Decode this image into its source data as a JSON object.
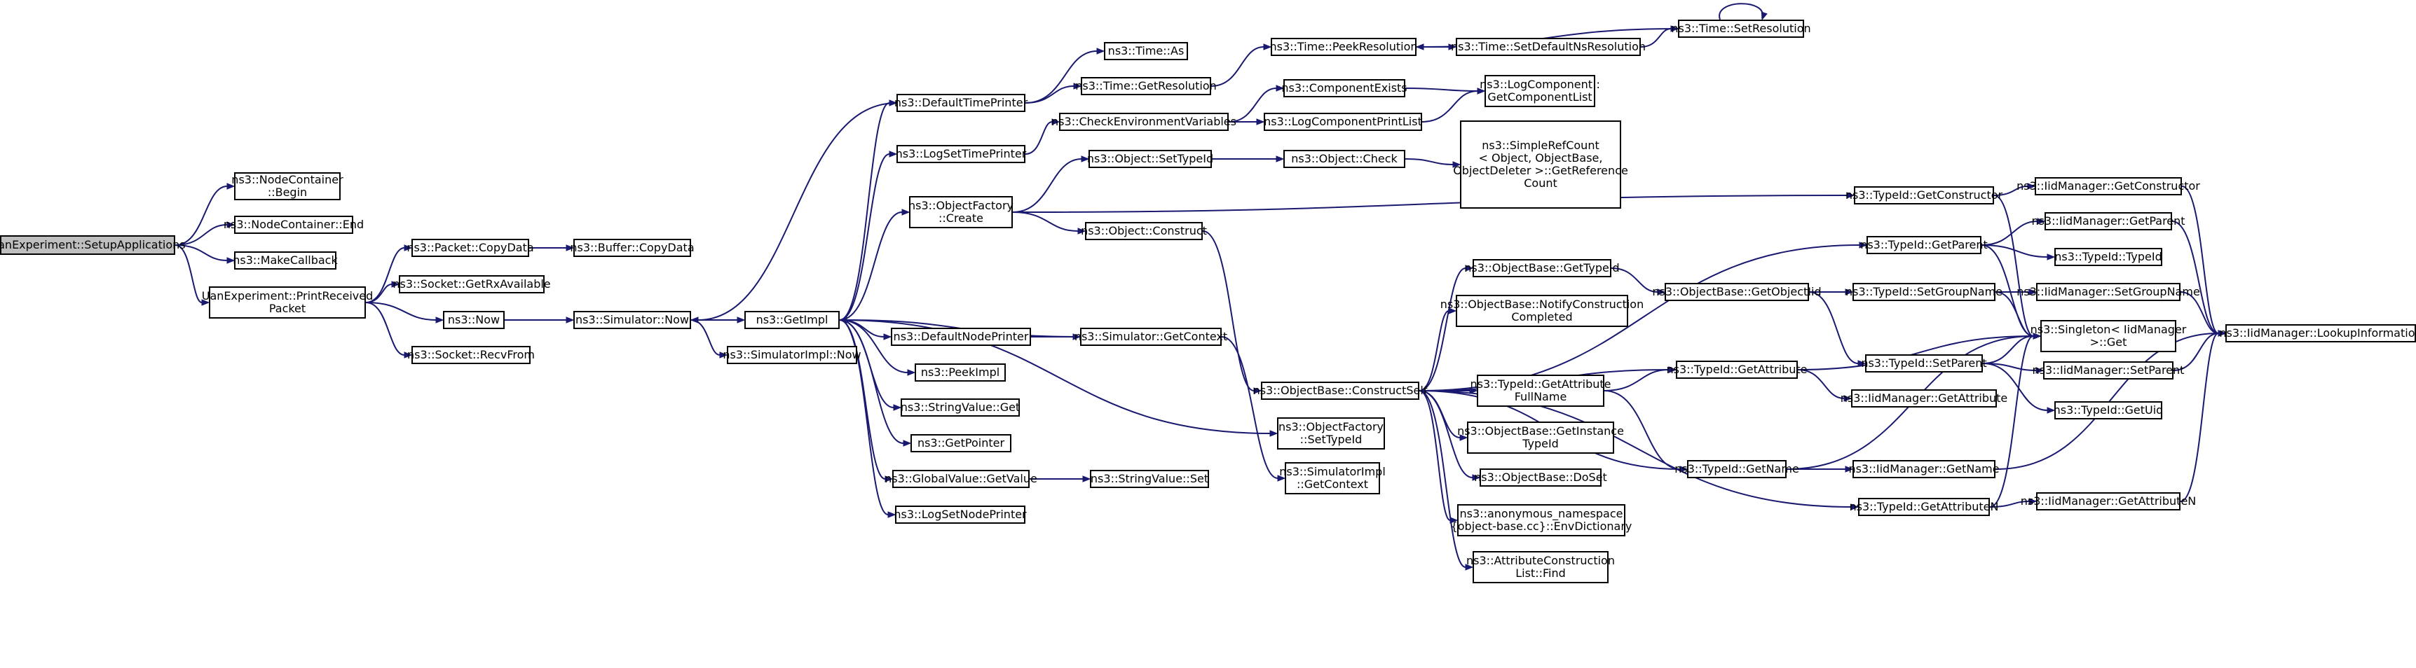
{
  "graph": {
    "title": "",
    "edge_color": "#191970",
    "root_fill": "#bfbfbf",
    "nodes": [
      {
        "id": "root",
        "lines": [
          "UanExperiment::SetupApplications"
        ],
        "root": true
      },
      {
        "id": "nc_begin",
        "lines": [
          "ns3::NodeContainer",
          "::Begin"
        ]
      },
      {
        "id": "nc_end",
        "lines": [
          "ns3::NodeContainer::End"
        ]
      },
      {
        "id": "makecb",
        "lines": [
          "ns3::MakeCallback"
        ]
      },
      {
        "id": "printrecv",
        "lines": [
          "UanExperiment::PrintReceived",
          "Packet"
        ]
      },
      {
        "id": "pkt_copy",
        "lines": [
          "ns3::Packet::CopyData"
        ]
      },
      {
        "id": "sock_rxavail",
        "lines": [
          "ns3::Socket::GetRxAvailable"
        ]
      },
      {
        "id": "now",
        "lines": [
          "ns3::Now"
        ]
      },
      {
        "id": "sock_recvfrom",
        "lines": [
          "ns3::Socket::RecvFrom"
        ]
      },
      {
        "id": "buf_copy",
        "lines": [
          "ns3::Buffer::CopyData"
        ]
      },
      {
        "id": "sim_now",
        "lines": [
          "ns3::Simulator::Now"
        ]
      },
      {
        "id": "simimpl_now",
        "lines": [
          "ns3::SimulatorImpl::Now"
        ]
      },
      {
        "id": "getimpl",
        "lines": [
          "ns3::GetImpl"
        ]
      },
      {
        "id": "deftimeprinter",
        "lines": [
          "ns3::DefaultTimePrinter"
        ]
      },
      {
        "id": "logsettime",
        "lines": [
          "ns3::LogSetTimePrinter"
        ]
      },
      {
        "id": "objfactory_create",
        "lines": [
          "ns3::ObjectFactory",
          "::Create"
        ]
      },
      {
        "id": "defnodeprinter",
        "lines": [
          "ns3::DefaultNodePrinter"
        ]
      },
      {
        "id": "peekimpl",
        "lines": [
          "ns3::PeekImpl"
        ]
      },
      {
        "id": "strval_get",
        "lines": [
          "ns3::StringValue::Get"
        ]
      },
      {
        "id": "getpointer",
        "lines": [
          "ns3::GetPointer"
        ]
      },
      {
        "id": "globval_get",
        "lines": [
          "ns3::GlobalValue::GetValue"
        ]
      },
      {
        "id": "logsetnode",
        "lines": [
          "ns3::LogSetNodePrinter"
        ]
      },
      {
        "id": "time_as",
        "lines": [
          "ns3::Time::As"
        ]
      },
      {
        "id": "time_getres",
        "lines": [
          "ns3::Time::GetResolution"
        ]
      },
      {
        "id": "checkenv",
        "lines": [
          "ns3::CheckEnvironmentVariables"
        ]
      },
      {
        "id": "obj_settypeid",
        "lines": [
          "ns3::Object::SetTypeId"
        ]
      },
      {
        "id": "obj_construct",
        "lines": [
          "ns3::Object::Construct"
        ]
      },
      {
        "id": "sim_getctx",
        "lines": [
          "ns3::Simulator::GetContext"
        ]
      },
      {
        "id": "strval_set",
        "lines": [
          "ns3::StringValue::Set"
        ]
      },
      {
        "id": "time_peekres",
        "lines": [
          "ns3::Time::PeekResolution"
        ]
      },
      {
        "id": "compexists",
        "lines": [
          "ns3::ComponentExists"
        ]
      },
      {
        "id": "logcompprint",
        "lines": [
          "ns3::LogComponentPrintList"
        ]
      },
      {
        "id": "obj_check",
        "lines": [
          "ns3::Object::Check"
        ]
      },
      {
        "id": "objbase_construct",
        "lines": [
          "ns3::ObjectBase::ConstructSelf"
        ]
      },
      {
        "id": "objfactory_settypeid",
        "lines": [
          "ns3::ObjectFactory",
          "::SetTypeId"
        ]
      },
      {
        "id": "simimpl_getctx",
        "lines": [
          "ns3::SimulatorImpl",
          "::GetContext"
        ]
      },
      {
        "id": "time_setdefnsres",
        "lines": [
          "ns3::Time::SetDefaultNsResolution"
        ]
      },
      {
        "id": "time_setres",
        "lines": [
          "ns3::Time::SetResolution"
        ]
      },
      {
        "id": "logcomp_getlist",
        "lines": [
          "ns3::LogComponent::",
          "GetComponentList"
        ]
      },
      {
        "id": "simplerefcount",
        "lines": [
          "ns3::SimpleRefCount",
          "< Object, ObjectBase,",
          "ObjectDeleter >::GetReference",
          "Count"
        ]
      },
      {
        "id": "objbase_gettypeid",
        "lines": [
          "ns3::ObjectBase::GetTypeId"
        ]
      },
      {
        "id": "objbase_notify",
        "lines": [
          "ns3::ObjectBase::NotifyConstruction",
          "Completed"
        ]
      },
      {
        "id": "typeid_getattrfull",
        "lines": [
          "ns3::TypeId::GetAttribute",
          "FullName"
        ]
      },
      {
        "id": "objbase_getinst",
        "lines": [
          "ns3::ObjectBase::GetInstance",
          "TypeId"
        ]
      },
      {
        "id": "objbase_doset",
        "lines": [
          "ns3::ObjectBase::DoSet"
        ]
      },
      {
        "id": "anon_envdict",
        "lines": [
          "ns3::anonymous_namespace",
          "{object-base.cc}::EnvDictionary"
        ]
      },
      {
        "id": "attrconst_find",
        "lines": [
          "ns3::AttributeConstruction",
          "List::Find"
        ]
      },
      {
        "id": "objbase_getobjtid",
        "lines": [
          "ns3::ObjectBase::GetObjectIid"
        ]
      },
      {
        "id": "typeid_getattr",
        "lines": [
          "ns3::TypeId::GetAttribute"
        ]
      },
      {
        "id": "typeid_getname",
        "lines": [
          "ns3::TypeId::GetName"
        ]
      },
      {
        "id": "typeid_getattrn",
        "lines": [
          "ns3::TypeId::GetAttributeN"
        ]
      },
      {
        "id": "typeid_getconstructor",
        "lines": [
          "ns3::TypeId::GetConstructor"
        ]
      },
      {
        "id": "typeid_getparent",
        "lines": [
          "ns3::TypeId::GetParent"
        ]
      },
      {
        "id": "typeid_setgroup",
        "lines": [
          "ns3::TypeId::SetGroupName"
        ]
      },
      {
        "id": "typeid_setparent",
        "lines": [
          "ns3::TypeId::SetParent"
        ]
      },
      {
        "id": "iidmgr_getattr",
        "lines": [
          "ns3::IidManager::GetAttribute"
        ]
      },
      {
        "id": "iidmgr_getname",
        "lines": [
          "ns3::IidManager::GetName"
        ]
      },
      {
        "id": "iidmgr_getattrn",
        "lines": [
          "ns3::IidManager::GetAttributeN"
        ]
      },
      {
        "id": "iidmgr_getconstructor",
        "lines": [
          "ns3::IidManager::GetConstructor"
        ]
      },
      {
        "id": "iidmgr_getparent",
        "lines": [
          "ns3::IidManager::GetParent"
        ]
      },
      {
        "id": "typeid_typeid",
        "lines": [
          "ns3::TypeId::TypeId"
        ]
      },
      {
        "id": "iidmgr_setgroup",
        "lines": [
          "ns3::IidManager::SetGroupName"
        ]
      },
      {
        "id": "singleton_get",
        "lines": [
          "ns3::Singleton< IidManager",
          ">::Get"
        ]
      },
      {
        "id": "iidmgr_setparent",
        "lines": [
          "ns3::IidManager::SetParent"
        ]
      },
      {
        "id": "typeid_getuid",
        "lines": [
          "ns3::TypeId::GetUid"
        ]
      },
      {
        "id": "iidmgr_lookup",
        "lines": [
          "ns3::IidManager::LookupInformation"
        ]
      }
    ],
    "edges": [
      [
        "root",
        "nc_begin"
      ],
      [
        "root",
        "nc_end"
      ],
      [
        "root",
        "makecb"
      ],
      [
        "root",
        "printrecv"
      ],
      [
        "printrecv",
        "pkt_copy"
      ],
      [
        "printrecv",
        "sock_rxavail"
      ],
      [
        "printrecv",
        "now"
      ],
      [
        "printrecv",
        "sock_recvfrom"
      ],
      [
        "pkt_copy",
        "buf_copy"
      ],
      [
        "now",
        "sim_now"
      ],
      [
        "sim_now",
        "getimpl"
      ],
      [
        "sim_now",
        "simimpl_now"
      ],
      [
        "deftimeprinter",
        "sim_now"
      ],
      [
        "getimpl",
        "deftimeprinter"
      ],
      [
        "getimpl",
        "logsettime"
      ],
      [
        "getimpl",
        "objfactory_create"
      ],
      [
        "getimpl",
        "defnodeprinter"
      ],
      [
        "getimpl",
        "peekimpl"
      ],
      [
        "getimpl",
        "strval_get"
      ],
      [
        "getimpl",
        "getpointer"
      ],
      [
        "getimpl",
        "globval_get"
      ],
      [
        "getimpl",
        "logsetnode"
      ],
      [
        "getimpl",
        "objfactory_settypeid"
      ],
      [
        "sim_getctx",
        "getimpl"
      ],
      [
        "deftimeprinter",
        "time_as"
      ],
      [
        "deftimeprinter",
        "time_getres"
      ],
      [
        "logsettime",
        "checkenv"
      ],
      [
        "objfactory_create",
        "obj_settypeid"
      ],
      [
        "objfactory_create",
        "obj_construct"
      ],
      [
        "objfactory_create",
        "typeid_getconstructor"
      ],
      [
        "defnodeprinter",
        "sim_getctx"
      ],
      [
        "sim_getctx",
        "simimpl_getctx"
      ],
      [
        "globval_get",
        "strval_set"
      ],
      [
        "time_getres",
        "time_peekres"
      ],
      [
        "checkenv",
        "compexists"
      ],
      [
        "checkenv",
        "logcompprint"
      ],
      [
        "compexists",
        "logcomp_getlist"
      ],
      [
        "logcompprint",
        "logcomp_getlist"
      ],
      [
        "obj_settypeid",
        "obj_check"
      ],
      [
        "obj_check",
        "simplerefcount"
      ],
      [
        "obj_construct",
        "objbase_construct"
      ],
      [
        "time_peekres",
        "time_setdefnsres"
      ],
      [
        "time_setdefnsres",
        "time_setres"
      ],
      [
        "time_setres",
        "time_peekres"
      ],
      [
        "time_setres",
        "time_setres"
      ],
      [
        "objbase_construct",
        "objbase_gettypeid"
      ],
      [
        "objbase_construct",
        "objbase_notify"
      ],
      [
        "objbase_construct",
        "typeid_getattrfull"
      ],
      [
        "objbase_construct",
        "objbase_getinst"
      ],
      [
        "objbase_construct",
        "objbase_doset"
      ],
      [
        "objbase_construct",
        "anon_envdict"
      ],
      [
        "objbase_construct",
        "attrconst_find"
      ],
      [
        "objbase_construct",
        "typeid_getattr"
      ],
      [
        "objbase_construct",
        "typeid_getname"
      ],
      [
        "objbase_construct",
        "typeid_getattrn"
      ],
      [
        "objbase_construct",
        "typeid_getparent"
      ],
      [
        "objbase_gettypeid",
        "objbase_getobjtid"
      ],
      [
        "objbase_getobjtid",
        "typeid_setgroup"
      ],
      [
        "objbase_getobjtid",
        "typeid_setparent"
      ],
      [
        "typeid_getattrfull",
        "typeid_getattr"
      ],
      [
        "typeid_getattrfull",
        "typeid_getname"
      ],
      [
        "typeid_getattr",
        "iidmgr_getattr"
      ],
      [
        "typeid_getattr",
        "singleton_get"
      ],
      [
        "typeid_getname",
        "iidmgr_getname"
      ],
      [
        "typeid_getname",
        "singleton_get"
      ],
      [
        "typeid_getattrn",
        "iidmgr_getattrn"
      ],
      [
        "typeid_getattrn",
        "singleton_get"
      ],
      [
        "typeid_getconstructor",
        "iidmgr_getconstructor"
      ],
      [
        "typeid_getconstructor",
        "singleton_get"
      ],
      [
        "typeid_getparent",
        "iidmgr_getparent"
      ],
      [
        "typeid_getparent",
        "typeid_typeid"
      ],
      [
        "typeid_getparent",
        "singleton_get"
      ],
      [
        "typeid_setgroup",
        "iidmgr_setgroup"
      ],
      [
        "typeid_setgroup",
        "singleton_get"
      ],
      [
        "typeid_setparent",
        "iidmgr_setparent"
      ],
      [
        "typeid_setparent",
        "typeid_getuid"
      ],
      [
        "typeid_setparent",
        "singleton_get"
      ],
      [
        "iidmgr_getconstructor",
        "iidmgr_lookup"
      ],
      [
        "iidmgr_getparent",
        "iidmgr_lookup"
      ],
      [
        "iidmgr_setgroup",
        "iidmgr_lookup"
      ],
      [
        "iidmgr_setparent",
        "iidmgr_lookup"
      ],
      [
        "iidmgr_getname",
        "iidmgr_lookup"
      ],
      [
        "iidmgr_getattrn",
        "iidmgr_lookup"
      ]
    ]
  }
}
